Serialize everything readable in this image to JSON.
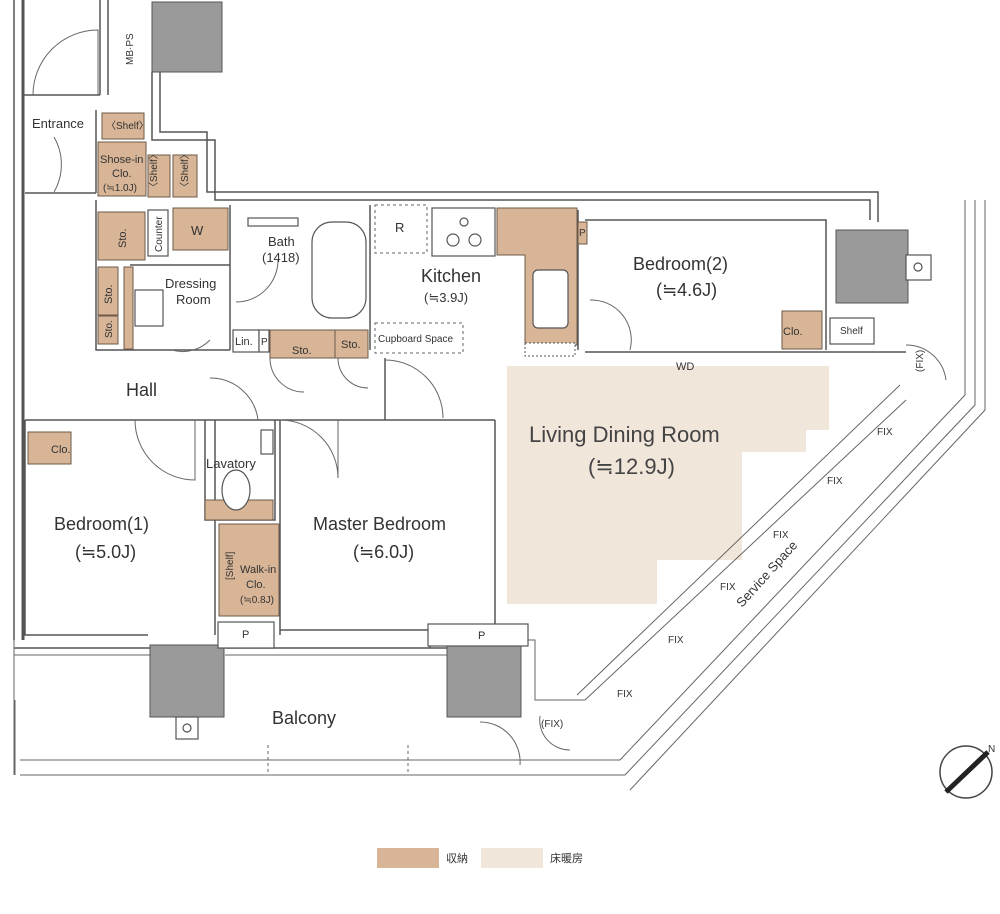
{
  "rooms": {
    "entrance": "Entrance",
    "shoes_clo_1": "Shose-in",
    "shoes_clo_2": "Clo.",
    "shoes_clo_3": "(≒1.0J)",
    "shelf_top": "〈Shelf〉",
    "shelf_a": "〈Shelf〉",
    "shelf_b": "〈Shelf〉",
    "mbps": "MB·PS",
    "sto_1": "Sto.",
    "sto_2": "Sto.",
    "sto_3": "Sto.",
    "counter": "Counter",
    "w": "W",
    "dressing_1": "Dressing",
    "dressing_2": "Room",
    "bath_1": "Bath",
    "bath_2": "(1418)",
    "r": "R",
    "kitchen_1": "Kitchen",
    "kitchen_2": "(≒3.9J)",
    "cupboard": "Cupboard Space",
    "lin": "Lin.",
    "p_small": "P",
    "sto_bar": "Sto.",
    "sto_bar2": "Sto.",
    "p_kitchen": "P",
    "bedroom2_1": "Bedroom(2)",
    "bedroom2_2": "(≒4.6J)",
    "clo_b2": "Clo.",
    "shelf_b2": "Shelf",
    "wd": "WD",
    "hall": "Hall",
    "ldr_1": "Living Dining Room",
    "ldr_2": "(≒12.9J)",
    "clo_b1": "Clo.",
    "lavatory": "Lavatory",
    "bedroom1_1": "Bedroom(1)",
    "bedroom1_2": "(≒5.0J)",
    "master_1": "Master Bedroom",
    "master_2": "(≒6.0J)",
    "wic_shelf": "[Shelf]",
    "wic_1": "Walk-in",
    "wic_2": "Clo.",
    "wic_3": "(≒0.8J)",
    "p_bal1": "P",
    "p_bal2": "P",
    "balcony": "Balcony",
    "service": "Service Space",
    "fix_1": "FIX",
    "fix_2": "FIX",
    "fix_3": "FIX",
    "fix_4": "FIX",
    "fix_5": "FIX",
    "fix_6": "FIX",
    "fix_p1": "(FIX)",
    "fix_p2": "(FIX)",
    "north": "N"
  },
  "legend": {
    "storage_label": "収納",
    "floor_label": "床暖房",
    "storage_color": "#d8b596",
    "floor_color": "#f1e6da"
  }
}
